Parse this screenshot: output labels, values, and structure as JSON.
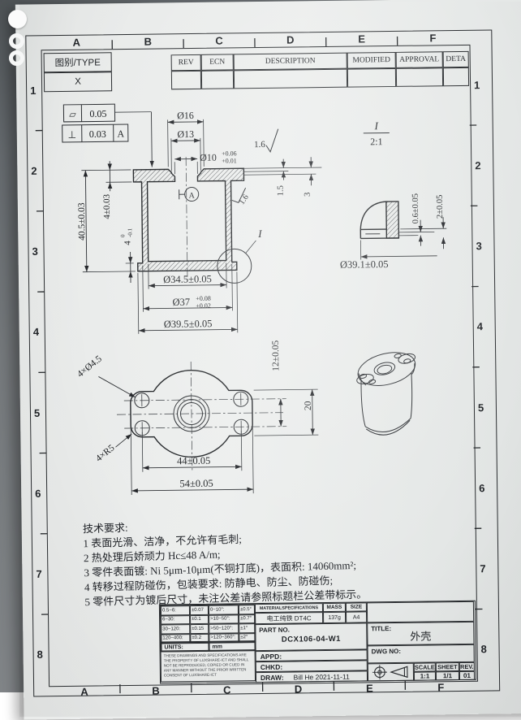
{
  "sheet": {
    "zone_columns": [
      "A",
      "B",
      "C",
      "D",
      "E",
      "F"
    ],
    "zone_rows": [
      "1",
      "2",
      "3",
      "4",
      "5",
      "6",
      "7",
      "8"
    ],
    "type_box": {
      "label": "图别/TYPE",
      "value": "X"
    },
    "revision_table": {
      "headers": [
        "REV",
        "ECN",
        "DESCRIPTION",
        "MODIFIED",
        "APPROVAL",
        "DETA"
      ]
    }
  },
  "section_view": {
    "dims": {
      "d16": "Ø16",
      "d13": "Ø13",
      "d10": "Ø10",
      "d10_tol_upper": "+0.06",
      "d10_tol_lower": "+0.01",
      "roughness_top": "1.6",
      "roughness_bore": "1.6",
      "height_total": "40.5±0.03",
      "flange_thickness": "4±0.03",
      "base_thickness": "4",
      "base_tol_upper": "0",
      "base_tol_lower": "-0.1",
      "rim_step_1": "1.5",
      "rim_step_2": "3",
      "dia_inner": "Ø34.5±0.05",
      "dia_mid": "Ø37",
      "dia_mid_tol_upper": "+0.08",
      "dia_mid_tol_lower": "+0.02",
      "dia_outer": "Ø39.5±0.05",
      "datum_label": "A",
      "detail_ref_label": "I"
    },
    "gdt": {
      "flatness_symbol": "▱",
      "flatness_value": "0.05",
      "perp_symbol": "⊥",
      "perp_value": "0.03",
      "perp_datum": "A"
    }
  },
  "detail_view": {
    "ref_label": "I",
    "scale": "2:1",
    "dims": {
      "lip_thickness": "0.6±0.05",
      "step_height": "2±0.05",
      "diameter": "Ø39.1±0.05"
    }
  },
  "plan_view": {
    "dims": {
      "holes_note": "4×Ø4.5",
      "fillet_note": "4×R5",
      "hole_span_h": "44±0.05",
      "overall_width": "54±0.05",
      "hole_span_v": "12±0.05",
      "tab_height": "20"
    }
  },
  "tech_requirements": {
    "title": "技术要求:",
    "items": [
      "1 表面光滑、洁净，不允许有毛刺;",
      "2 热处理后娇顽力 Hc≤48 A/m;",
      "3 零件表面镀: Ni 5μm-10μm(不铜打底)，表面积: 14060mm²;",
      "4 转移过程防碰伤，包装要求: 防静电、防尘、防碰伤;",
      "5 零件尺寸为镀后尺寸，未注公差请参照标题栏公差带标示。"
    ]
  },
  "title_block": {
    "tolerance_table": {
      "rows": [
        [
          "0.5~6:",
          "±0.07",
          "0~10°:",
          "±0.5°"
        ],
        [
          "6~30:",
          "±0.1",
          ">10~50°:",
          "±0.7°"
        ],
        [
          "30~120:",
          "±0.15",
          ">50~120°:",
          "±1°"
        ],
        [
          "120~400:",
          "±0.2",
          ">120~360°:",
          "±2°"
        ]
      ],
      "units_label": "UNITS:",
      "units_value": "mm"
    },
    "legal": "THESE DRAWINGS AND SPECIFICATIONS ARE THE PROPERTY OF LUXSHARE-ICT AND SHALL NOT BE REPRODUCED, COPIED OR CUED IN ANY MANNER WITHOUT THE PRIOR WRITTEN CONSENT OF LUXSHARE-ICT",
    "material_header": "MATERIALSPECIFICATIONS",
    "mass_header": "MASS",
    "size_header": "SIZE",
    "material": "电工纯铁 DT4C",
    "mass": "137g",
    "size": "A4",
    "part_no_label": "PART NO.",
    "part_no": "DCX106-04-W1",
    "title_label": "TITLE:",
    "title": "外壳",
    "dwg_no_label": "DWG NO:",
    "appd_label": "APPD:",
    "chkd_label": "CHKD:",
    "draw_label": "DRAW:",
    "draw_value": "Bill He 2021-11-11",
    "scale_label": "SCALE",
    "sheet_label": "SHEET",
    "rev_label": "REV.",
    "scale": "1:1",
    "sheet": "1/1",
    "rev": "01"
  }
}
